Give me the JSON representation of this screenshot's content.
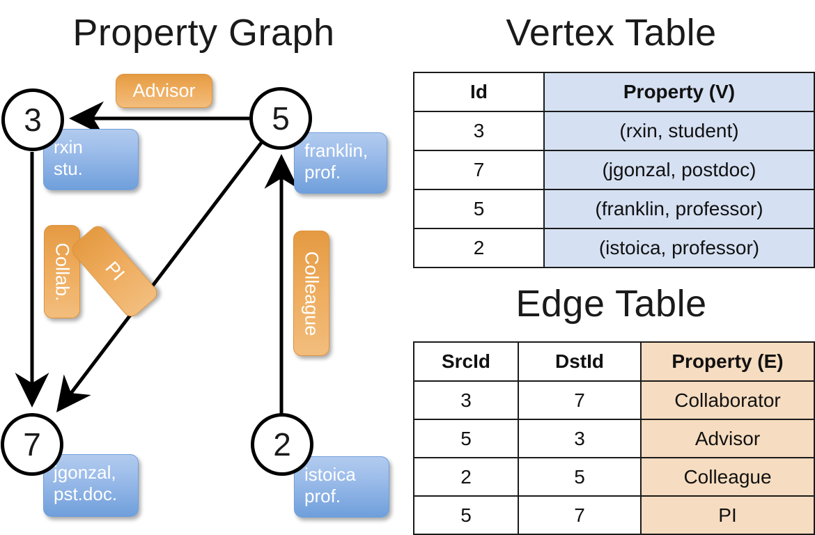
{
  "titles": {
    "graph": "Property Graph",
    "vertex_table": "Vertex Table",
    "edge_table": "Edge Table"
  },
  "colors": {
    "vertex_property_fill": "#d5e0f2",
    "edge_property_fill": "#f6dcc0",
    "vertex_box_blue": "#6f9fdb",
    "edge_box_orange": "#e49a42",
    "stroke": "#000000"
  },
  "graph": {
    "nodes": [
      {
        "id": "3",
        "property_line1": "rxin",
        "property_line2": "stu."
      },
      {
        "id": "5",
        "property_line1": "franklin,",
        "property_line2": "prof."
      },
      {
        "id": "7",
        "property_line1": "jgonzal,",
        "property_line2": "pst.doc."
      },
      {
        "id": "2",
        "property_line1": "istoica",
        "property_line2": "prof."
      }
    ],
    "edge_labels": [
      {
        "label": "Advisor",
        "orientation": "horizontal"
      },
      {
        "label": "Collab.",
        "orientation": "vertical"
      },
      {
        "label": "PI",
        "orientation": "diagonal"
      },
      {
        "label": "Colleague",
        "orientation": "vertical"
      }
    ],
    "edges": [
      {
        "src": "5",
        "dst": "3",
        "label": "Advisor"
      },
      {
        "src": "3",
        "dst": "7",
        "label": "Collab."
      },
      {
        "src": "5",
        "dst": "7",
        "label": "PI"
      },
      {
        "src": "2",
        "dst": "5",
        "label": "Colleague"
      }
    ]
  },
  "vertex_table": {
    "headers": [
      "Id",
      "Property (V)"
    ],
    "rows": [
      {
        "id": "3",
        "property": "(rxin, student)"
      },
      {
        "id": "7",
        "property": "(jgonzal, postdoc)"
      },
      {
        "id": "5",
        "property": "(franklin, professor)"
      },
      {
        "id": "2",
        "property": "(istoica, professor)"
      }
    ]
  },
  "edge_table": {
    "headers": [
      "SrcId",
      "DstId",
      "Property (E)"
    ],
    "rows": [
      {
        "src": "3",
        "dst": "7",
        "property": "Collaborator"
      },
      {
        "src": "5",
        "dst": "3",
        "property": "Advisor"
      },
      {
        "src": "2",
        "dst": "5",
        "property": "Colleague"
      },
      {
        "src": "5",
        "dst": "7",
        "property": "PI"
      }
    ]
  }
}
